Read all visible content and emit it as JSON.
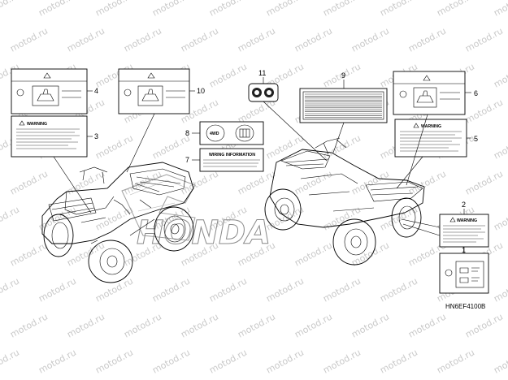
{
  "diagram": {
    "code": "HN6EF4100B",
    "watermark": "motod.ru",
    "logo_text": "HONDA",
    "callouts": [
      "1",
      "2",
      "3",
      "4",
      "5",
      "6",
      "7",
      "8",
      "9",
      "10",
      "11"
    ],
    "labels": {
      "warning": "WARNING",
      "wiring": "WIRING INFORMATION",
      "four_wd": "4WD"
    }
  }
}
